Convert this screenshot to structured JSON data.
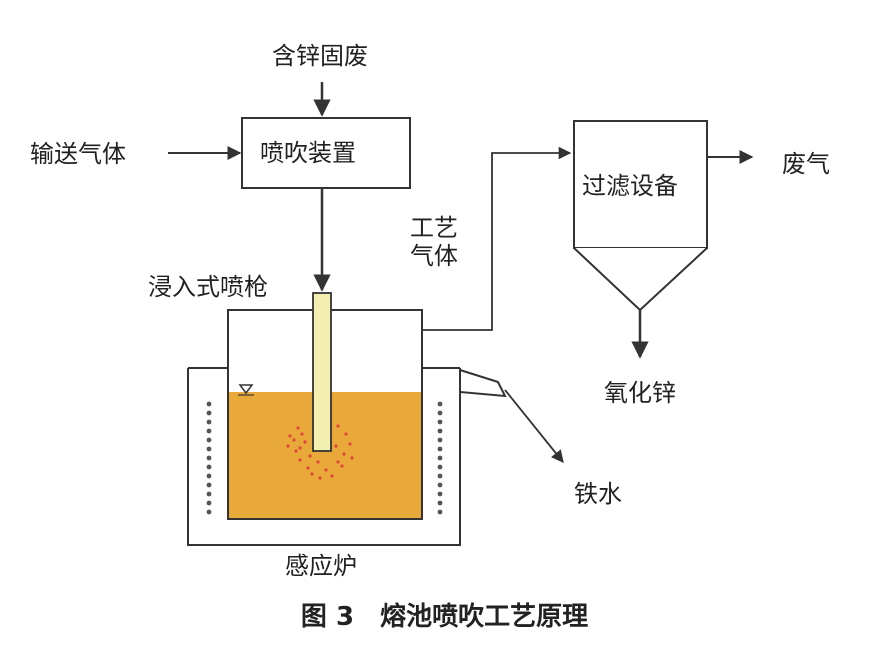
{
  "labels": {
    "zinc_waste": "含锌固废",
    "carrier_gas": "输送气体",
    "injection_device": "喷吹装置",
    "process_gas_line1": "工艺",
    "process_gas_line2": "气体",
    "immersion_lance": "浸入式喷枪",
    "filtration_equipment": "过滤设备",
    "exhaust_gas": "废气",
    "zinc_oxide": "氧化锌",
    "molten_iron": "铁水",
    "induction_furnace": "感应炉"
  },
  "caption": "图 3　熔池喷吹工艺原理",
  "colors": {
    "melt": "#E8A93A",
    "lance": "#F3EFB0",
    "bubbles": "#E0463A",
    "line": "#333333"
  }
}
